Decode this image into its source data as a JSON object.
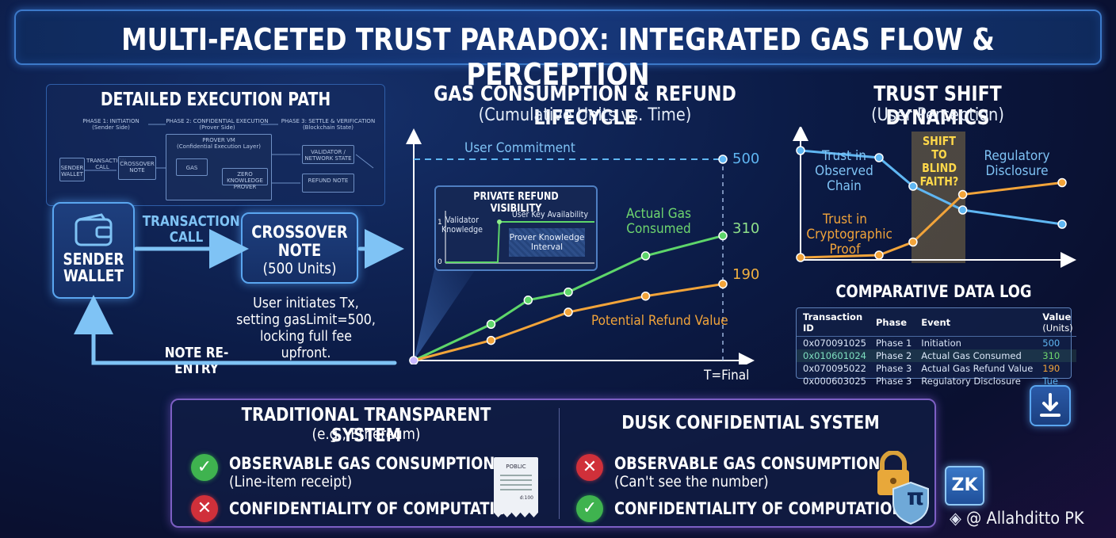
{
  "title": "MULTI-FACETED TRUST PARADOX: INTEGRATED GAS FLOW & PERCEPTION",
  "execution_path": {
    "title": "DETAILED EXECUTION PATH",
    "phases": [
      "PHASE 1: INITIATION",
      "PHASE 2: CONFIDENTIAL EXECUTION",
      "PHASE 3: SETTLE & VERIFICATION"
    ],
    "phase_subs": [
      "(Sender Side)",
      "(Prover Side)",
      "(Blockchain State)"
    ],
    "mini": {
      "sender": "SENDER WALLET",
      "call": "TRANSACTION CALL",
      "note": "CROSSOVER NOTE",
      "prover": "PROVER VM",
      "prover_sub": "(Confidential Execution Layer)",
      "gas": "GAS",
      "zk": "ZERO KNOWLEDGE PROVER",
      "validator": "VALIDATOR / NETWORK STATE",
      "refund": "REFUND NOTE"
    },
    "sender_wallet": "SENDER WALLET",
    "transaction_call": "TRANSACTION CALL",
    "crossover_note": "CROSSOVER NOTE",
    "crossover_units": "(500 Units)",
    "user_initiates": "User initiates Tx, setting gasLimit=500, locking full fee upfront.",
    "note_reentry": "NOTE RE-ENTRY"
  },
  "gas_chart": {
    "title": "GAS CONSUMPTION & REFUND LIFECYCLE",
    "subtitle": "(Cumulative Units vs. Time)",
    "commitment_label": "User Commitment",
    "actual_label": "Actual Gas Consumed",
    "refund_label": "Potential Refund Value",
    "x_end_label": "T=Final",
    "end_values": [
      "500",
      "310",
      "190"
    ],
    "inset": {
      "title": "PRIVATE REFUND VISIBILITY",
      "series1": "Validator Knowledge",
      "series2": "User Key Availability",
      "interval": "Prover Knowledge Interval",
      "y_ticks": [
        "1",
        "0"
      ]
    }
  },
  "trust_chart": {
    "title": "TRUST SHIFT DYNAMICS",
    "subtitle": "(User Perception)",
    "observed": "Trust in Observed Chain",
    "crypto": "Trust in Cryptographic Proof",
    "shift": "SHIFT TO BLIND FAITH?",
    "regulatory": "Regulatory Disclosure"
  },
  "data_log": {
    "title": "COMPARATIVE DATA LOG",
    "headers": [
      "Transaction ID",
      "Phase",
      "Event",
      "Value"
    ],
    "value_unit": "(Units)",
    "rows": [
      {
        "id": "0x070091025",
        "phase": "Phase 1",
        "event": "Initiation",
        "value": "500"
      },
      {
        "id": "0x010601024",
        "phase": "Phase 2",
        "event": "Actual Gas Consumed",
        "value": "310"
      },
      {
        "id": "0x070095022",
        "phase": "Phase 3",
        "event": "Actual Gas Refund Value",
        "value": "190"
      },
      {
        "id": "0x000603025",
        "phase": "Phase 3",
        "event": "Regulatory Disclosure",
        "value": "Tue"
      }
    ]
  },
  "comparison": {
    "left_title": "TRADITIONAL TRANSPARENT SYSTEM",
    "left_sub": "(e.g., Ethereum)",
    "left_items": [
      {
        "main": "OBSERVABLE GAS CONSUMPTION",
        "sub": "(Line-item receipt)"
      },
      {
        "main": "CONFIDENTIALITY OF COMPUTATION",
        "sub": ""
      }
    ],
    "receipt_text": "POBLIC",
    "receipt_foot": "d:100",
    "right_title": "DUSK CONFIDENTIAL SYSTEM",
    "right_items": [
      {
        "main": "OBSERVABLE GAS CONSUMPTION",
        "sub": "(Can't see the number)"
      },
      {
        "main": "CONFIDENTIALITY OF COMPUTATION",
        "sub": ""
      }
    ],
    "pi_symbol": "π"
  },
  "badge": {
    "zk": "ZK"
  },
  "watermark": "@ Allahditto PK",
  "colors": {
    "green": "#5ed66a",
    "orange": "#f2a43a",
    "blue": "#5fb6f2",
    "cyan": "#79d3f2"
  },
  "chart_data": [
    {
      "type": "line",
      "title": "GAS CONSUMPTION & REFUND LIFECYCLE",
      "subtitle": "(Cumulative Units vs. Time)",
      "xlabel": "T=Final",
      "series": [
        {
          "name": "User Commitment",
          "points": [
            [
              0,
              500
            ],
            [
              1,
              500
            ]
          ],
          "end_label": "500"
        },
        {
          "name": "Actual Gas Consumed",
          "points": [
            [
              0,
              0
            ],
            [
              0.25,
              90
            ],
            [
              0.37,
              150
            ],
            [
              0.5,
              170
            ],
            [
              0.75,
              260
            ],
            [
              1,
              310
            ]
          ],
          "end_label": "310"
        },
        {
          "name": "Potential Refund Value",
          "points": [
            [
              0,
              0
            ],
            [
              0.25,
              50
            ],
            [
              0.5,
              120
            ],
            [
              0.75,
              160
            ],
            [
              1,
              190
            ]
          ],
          "end_label": "190"
        }
      ]
    },
    {
      "type": "line",
      "title": "TRUST SHIFT DYNAMICS",
      "subtitle": "(User Perception)",
      "series": [
        {
          "name": "Trust in Observed Chain",
          "points": [
            [
              0,
              0.92
            ],
            [
              0.3,
              0.86
            ],
            [
              0.43,
              0.62
            ],
            [
              0.62,
              0.42
            ],
            [
              1,
              0.3
            ]
          ]
        },
        {
          "name": "Trust in Cryptographic Proof",
          "points": [
            [
              0,
              0.02
            ],
            [
              0.3,
              0.04
            ],
            [
              0.43,
              0.15
            ],
            [
              0.62,
              0.55
            ],
            [
              1,
              0.65
            ]
          ]
        }
      ],
      "annotations": [
        "SHIFT TO BLIND FAITH?",
        "Regulatory Disclosure"
      ]
    }
  ]
}
